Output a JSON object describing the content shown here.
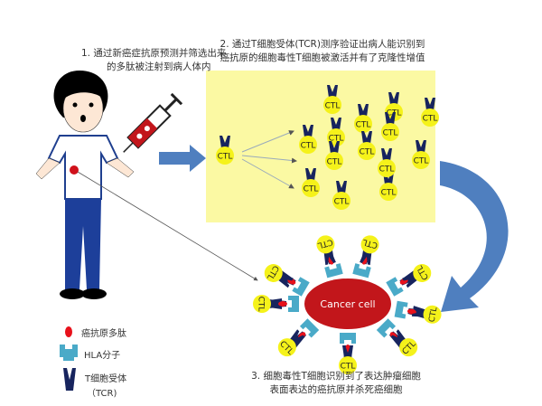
{
  "steps": {
    "step1": [
      "1. 通过新癌症抗原预测并筛选出来",
      "的多肽被注射到病人体内"
    ],
    "step2": [
      "2. 通过T细胞受体(TCR)测序验证出病人能识别到",
      "癌抗原的细胞毒性T细胞被激活并有了克隆性增值"
    ],
    "step3": [
      "3. 细胞毒性T细胞识别到了表达肿瘤细胞",
      "表面表达的癌抗原并杀死癌细胞"
    ]
  },
  "cell_label": "CTL",
  "cancer_label": "Cancer cell",
  "legend": {
    "peptide": "癌抗原多肽",
    "hla": "HLA分子",
    "tcr_line1": "T细胞受体",
    "tcr_line2": "（TCR)"
  },
  "colors": {
    "box": "#fbf9a3",
    "ctl": "#f5f21a",
    "cancer": "#c2161b",
    "hla": "#4aaac8",
    "tcr": "#17245e",
    "arrow": "#4f7fbf"
  }
}
